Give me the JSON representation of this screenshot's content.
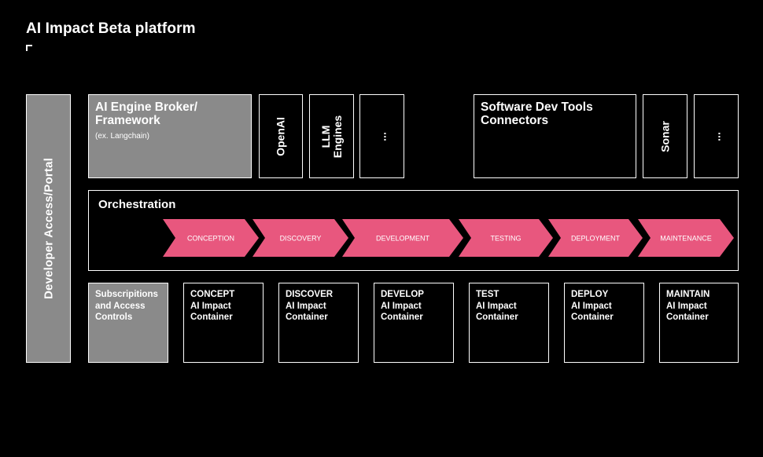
{
  "title": "AI Impact Beta platform",
  "portal": {
    "label": "Developer Access/Portal"
  },
  "engine_broker": {
    "title_line1": "AI Engine Broker/",
    "title_line2": "Framework",
    "subtitle": "(ex. Langchain)"
  },
  "engines": [
    {
      "line1": "OpenAI",
      "line2": ""
    },
    {
      "line1": "LLM",
      "line2": "Engines"
    },
    {
      "line1": "...",
      "line2": ""
    }
  ],
  "dev_tools": {
    "title_line1": "Software Dev Tools",
    "title_line2": "Connectors"
  },
  "tools": [
    {
      "line1": "Sonar"
    },
    {
      "line1": "..."
    }
  ],
  "orchestration": {
    "title": "Orchestration",
    "stages": [
      "CONCEPTION",
      "DISCOVERY",
      "DEVELOPMENT",
      "TESTING",
      "DEPLOYMENT",
      "MAINTENANCE"
    ]
  },
  "subscriptions": {
    "line1": "Subscripitions",
    "line2": "and Access",
    "line3": "Controls"
  },
  "containers": [
    {
      "name": "CONCEPT",
      "line2": "AI Impact",
      "line3": "Container"
    },
    {
      "name": "DISCOVER",
      "line2": "AI Impact",
      "line3": "Container"
    },
    {
      "name": "DEVELOP",
      "line2": "AI Impact",
      "line3": "Container"
    },
    {
      "name": "TEST",
      "line2": "AI Impact",
      "line3": "Container"
    },
    {
      "name": "DEPLOY",
      "line2": "AI Impact",
      "line3": "Container"
    },
    {
      "name": "MAINTAIN",
      "line2": "AI Impact",
      "line3": "Container"
    }
  ],
  "colors": {
    "background": "#000000",
    "grey_box": "#8a8a8a",
    "arrow_pink": "#e8577e",
    "stroke": "#ffffff"
  }
}
